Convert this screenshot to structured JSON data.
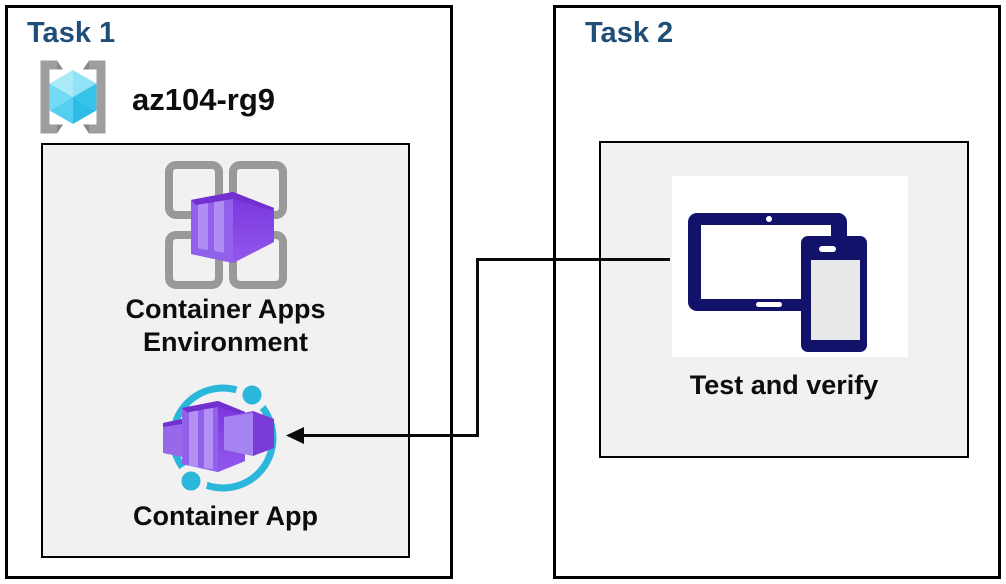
{
  "task1": {
    "title": "Task 1",
    "resource_group": {
      "name": "az104-rg9",
      "icon": "resource-group-icon"
    },
    "panel": {
      "environment": {
        "label": "Container Apps Environment",
        "icon": "container-apps-environment-icon"
      },
      "app": {
        "label": "Container App",
        "icon": "container-app-icon"
      }
    }
  },
  "task2": {
    "title": "Task 2",
    "panel": {
      "test": {
        "label": "Test and verify",
        "icon": "tablet-phone-devices-icon"
      }
    }
  },
  "connector": {
    "description": "elbow arrow from Test and verify icon to Container App icon",
    "arrow_direction": "left"
  },
  "palette": {
    "title_blue": "#1F4E79",
    "text_black": "#0d0d0d",
    "panel_gray": "#F1F1F1",
    "border_black": "#000000",
    "device_navy": "#12126B",
    "ring_cyan": "#2BB7DC",
    "container_purple": "#9261EC",
    "container_purple_dark": "#7A3BE0",
    "container_stripe": "#B18CF4",
    "grid_gray": "#999999",
    "bracket_gray": "#9E9E9E",
    "cube_cyan_light": "#ABEBF8",
    "cube_cyan_dark": "#2CBCE6"
  }
}
